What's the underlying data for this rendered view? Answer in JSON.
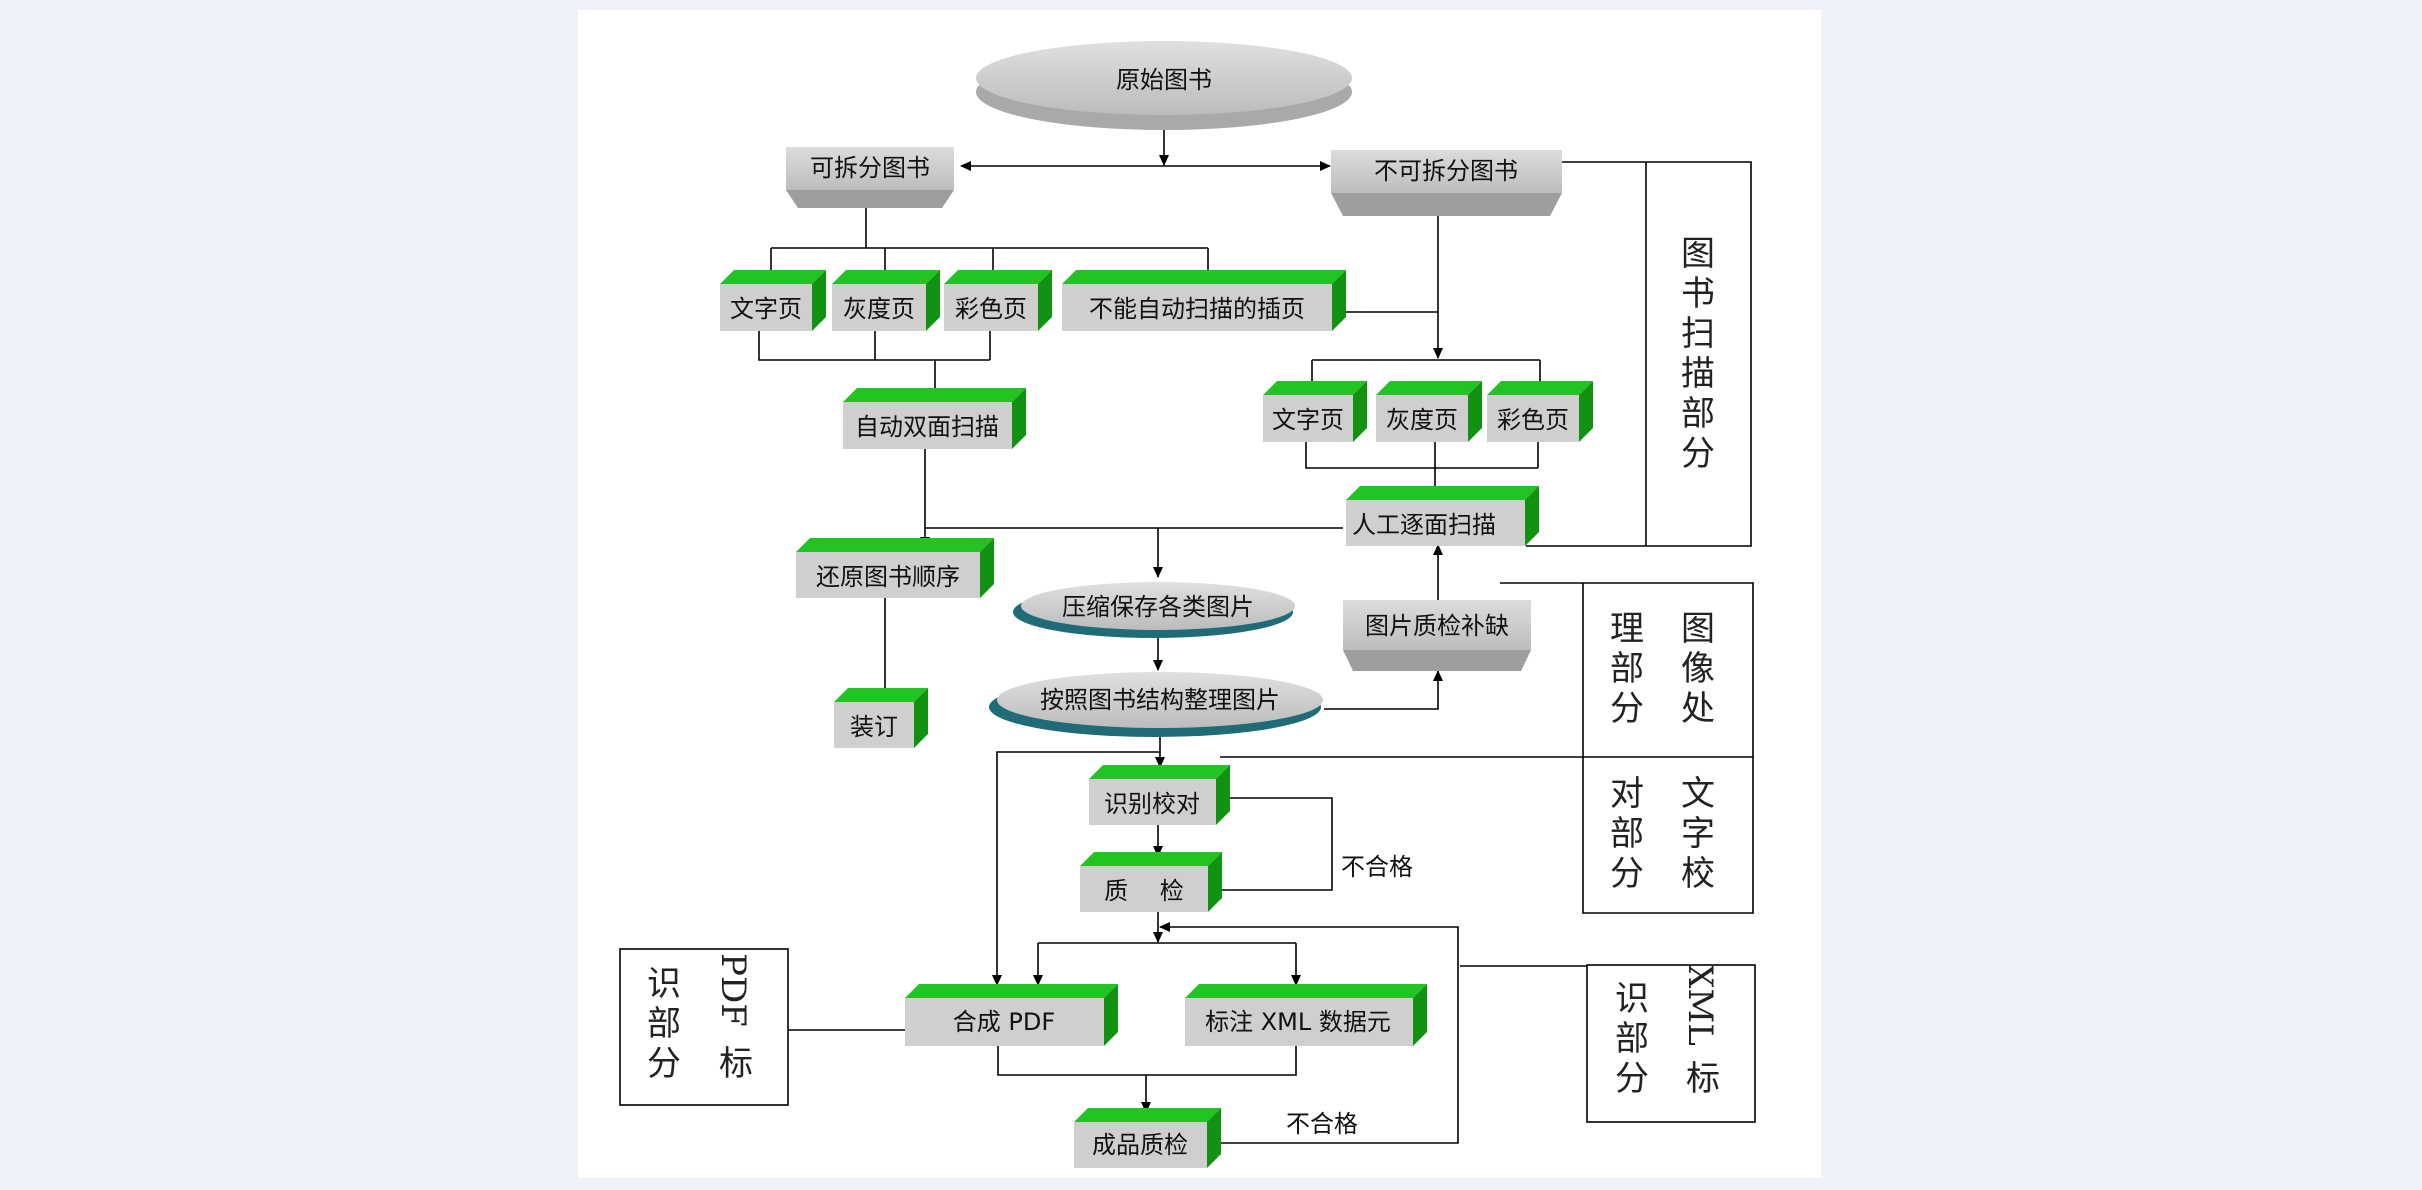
{
  "nodes": {
    "original_book": "原始图书",
    "detachable_book": "可拆分图书",
    "non_detachable_book": "不可拆分图书",
    "text_page_a": "文字页",
    "gray_page_a": "灰度页",
    "color_page_a": "彩色页",
    "non_auto_insert": "不能自动扫描的插页",
    "auto_duplex_scan": "自动双面扫描",
    "text_page_b": "文字页",
    "gray_page_b": "灰度页",
    "color_page_b": "彩色页",
    "manual_scan": "人工逐面扫描",
    "restore_order": "还原图书顺序",
    "compress_save": "压缩保存各类图片",
    "image_qc": "图片质检补缺",
    "organize_images": "按照图书结构整理图片",
    "binding": "装订",
    "recognize_proof": "识别校对",
    "quality_check": "质　 检",
    "compose_pdf": "合成 PDF",
    "xml_tagging": "标注 XML 数据元",
    "final_qc": "成品质检"
  },
  "edge_labels": {
    "fail_1": "不合格",
    "fail_2": "不合格"
  },
  "sections": {
    "book_scanning": [
      "图",
      "书",
      "扫",
      "描",
      "部",
      "分"
    ],
    "image_processing": {
      "col1": [
        "图",
        "像",
        "处"
      ],
      "col2": [
        "理",
        "部",
        "分"
      ]
    },
    "text_proofing": {
      "col1": [
        "文",
        "字",
        "校"
      ],
      "col2": [
        "对",
        "部",
        "分"
      ]
    },
    "xml_tagging": {
      "col1": [
        "XML",
        "标"
      ],
      "col2": [
        "识",
        "部",
        "分"
      ]
    },
    "pdf_tagging": {
      "col1": [
        "PDF",
        "标"
      ],
      "col2": [
        "识",
        "部",
        "分"
      ]
    }
  },
  "colors": {
    "green_face": "#22c322",
    "green_side": "#119211",
    "gray_box": "#cdcdcd",
    "ellipse_gray": "#c8c8c8",
    "ellipse_teal": "#1f6b78",
    "canvas": "#ffffff",
    "background": "#eef2f8"
  }
}
